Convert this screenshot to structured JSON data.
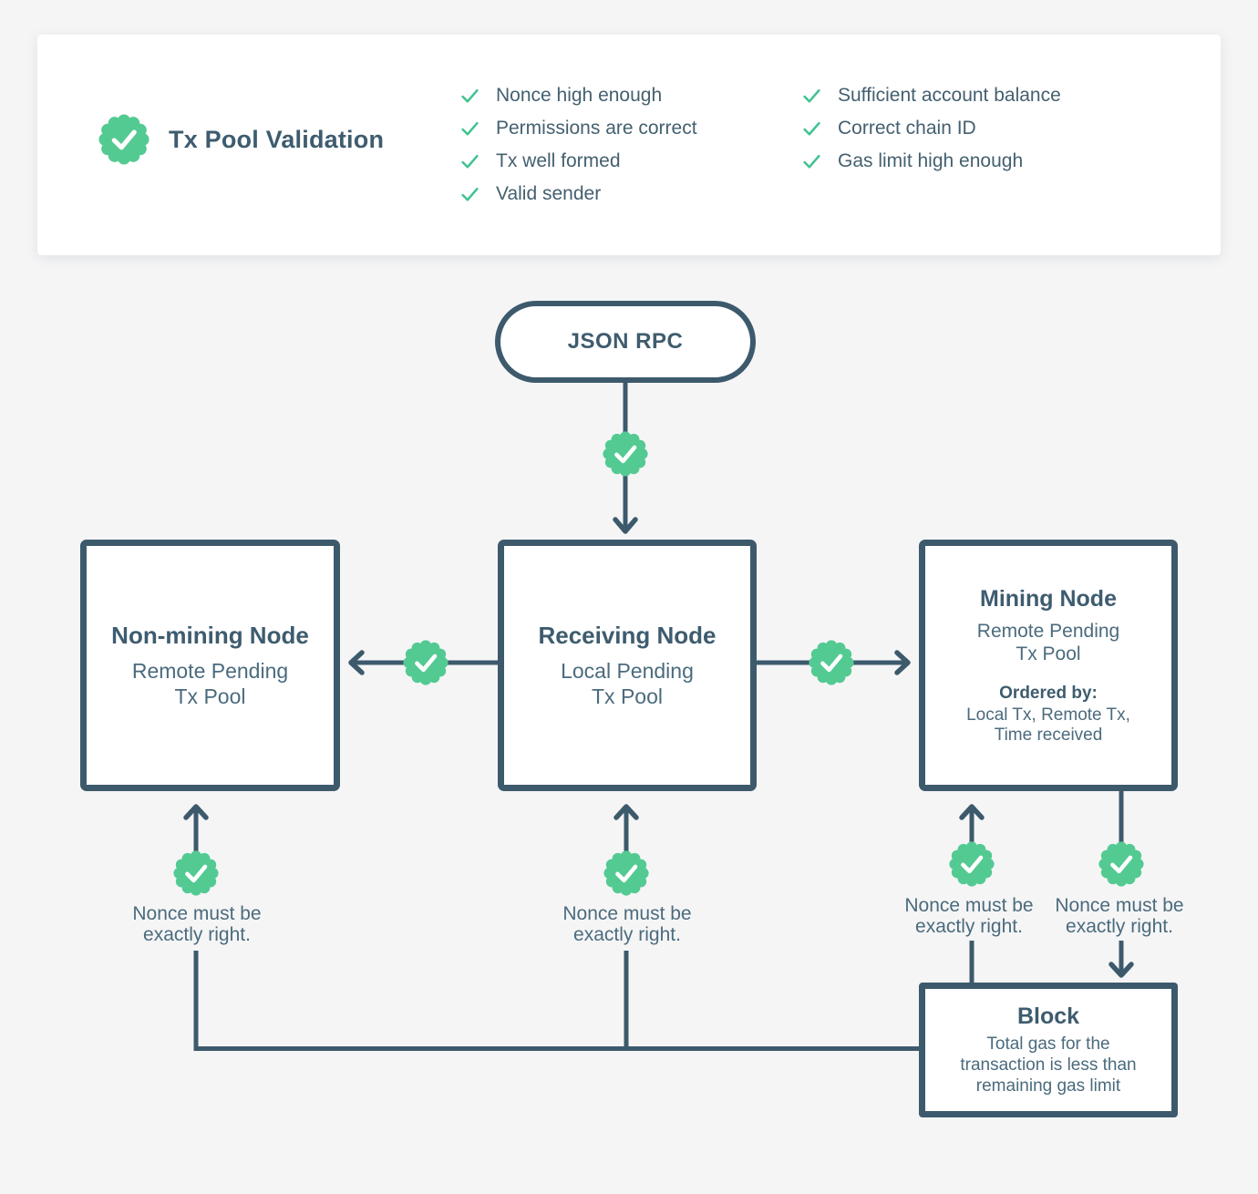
{
  "colors": {
    "slate": "#3d5a6c",
    "green": "#53ca92",
    "page_bg": "#f5f5f6"
  },
  "validation_card": {
    "badge_icon": "seal-check",
    "title": "Tx Pool Validation",
    "checklist_col1": [
      "Nonce high enough",
      "Permissions are correct",
      "Tx well formed",
      "Valid sender"
    ],
    "checklist_col2": [
      "Sufficient account balance",
      "Correct chain ID",
      "Gas limit high enough"
    ]
  },
  "flowchart": {
    "start_node": {
      "label": "JSON RPC"
    },
    "non_mining_node": {
      "title": "Non-mining Node",
      "subtitle": [
        "Remote Pending",
        "Tx Pool"
      ]
    },
    "receiving_node": {
      "title": "Receiving Node",
      "subtitle": [
        "Local Pending",
        "Tx Pool"
      ]
    },
    "mining_node": {
      "title": "Mining Node",
      "subtitle": [
        "Remote Pending",
        "Tx Pool"
      ],
      "ordered_by_label": "Ordered by:",
      "ordered_by": [
        "Local Tx, Remote Tx,",
        "Time received"
      ]
    },
    "block_node": {
      "title": "Block",
      "body": [
        "Total gas for the",
        "transaction is less than",
        "remaining gas limit"
      ]
    },
    "nonce_notes": [
      {
        "line1": "Nonce must be",
        "line2": "exactly right."
      },
      {
        "line1": "Nonce must be",
        "line2": "exactly right."
      },
      {
        "line1": "Nonce must be",
        "line2": "exactly right."
      },
      {
        "line1": "Nonce must be",
        "line2": "exactly right."
      }
    ]
  }
}
